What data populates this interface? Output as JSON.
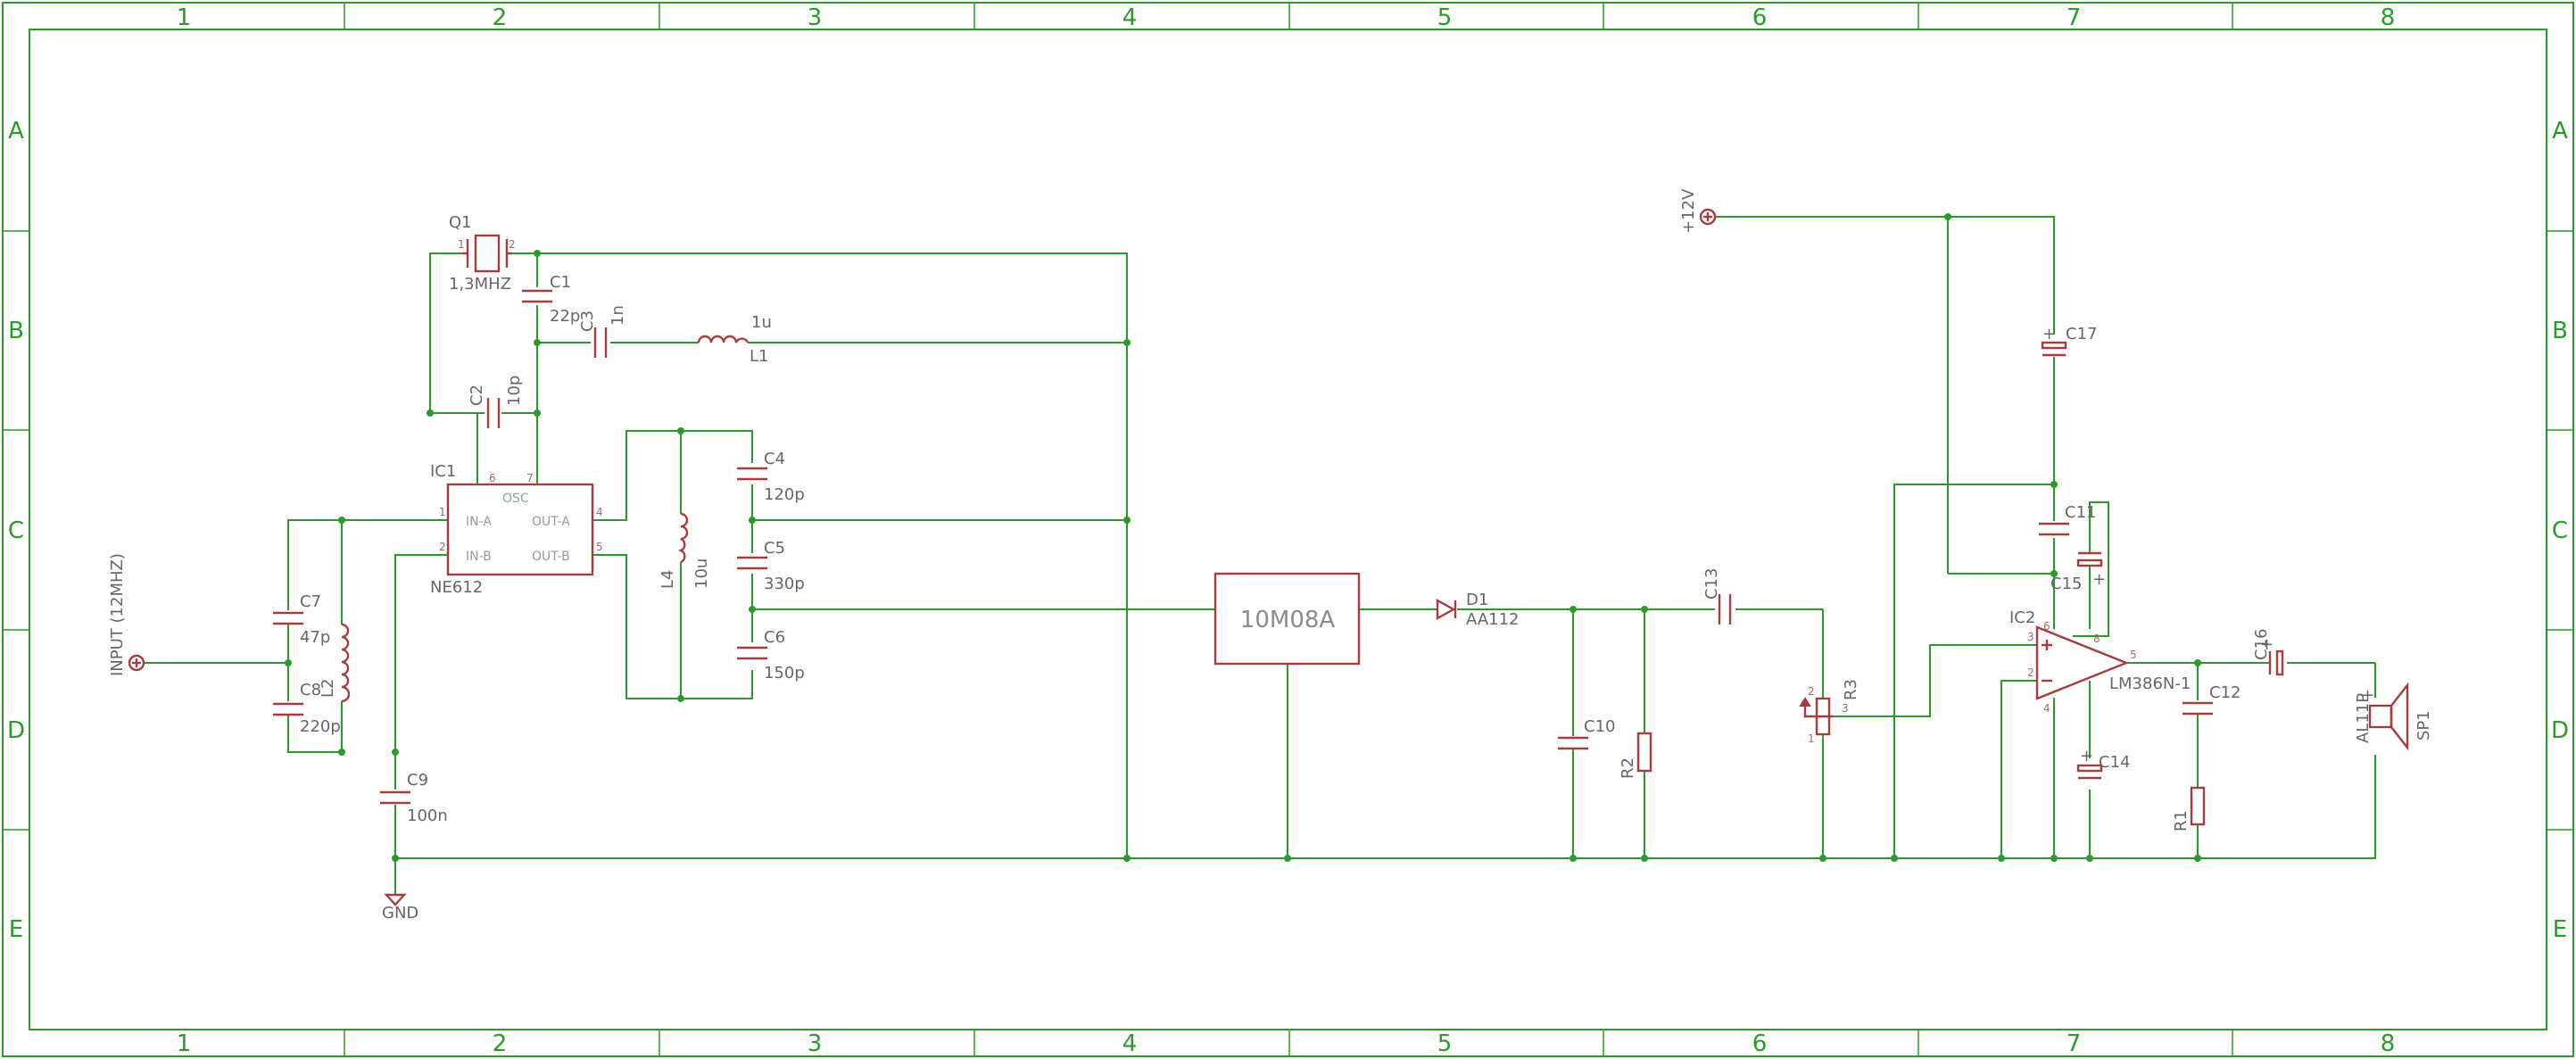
{
  "frame": {
    "columns": [
      "1",
      "2",
      "3",
      "4",
      "5",
      "6",
      "7",
      "8"
    ],
    "rows": [
      "A",
      "B",
      "C",
      "D",
      "E"
    ]
  },
  "components": {
    "q1": {
      "name": "Q1",
      "value": "1,3MHZ"
    },
    "c1": {
      "name": "C1",
      "value": "22p"
    },
    "c3": {
      "name": "C3",
      "value": "1n"
    },
    "l1": {
      "name": "L1",
      "value": "1u"
    },
    "c2": {
      "name": "C2",
      "value": "10p"
    },
    "ic1": {
      "name": "IC1",
      "value": "NE612",
      "pins": {
        "ina": "IN-A",
        "inb": "IN-B",
        "osc": "OSC",
        "outa": "OUT-A",
        "outb": "OUT-B",
        "p1": "1",
        "p2": "2",
        "p4": "4",
        "p5": "5",
        "p6": "6",
        "p7": "7"
      }
    },
    "c4": {
      "name": "C4",
      "value": "120p"
    },
    "c5": {
      "name": "C5",
      "value": "330p"
    },
    "c6": {
      "name": "C6",
      "value": "150p"
    },
    "l4": {
      "name": "L4",
      "value": "10u"
    },
    "input": {
      "name": "INPUT (12MHZ)"
    },
    "c7": {
      "name": "C7",
      "value": "47p"
    },
    "c8": {
      "name": "C8",
      "value": "220p"
    },
    "l2": {
      "name": "L2"
    },
    "c9": {
      "name": "C9",
      "value": "100n"
    },
    "gnd": {
      "name": "GND"
    },
    "filter": {
      "name": "10M08A"
    },
    "d1": {
      "name": "D1",
      "value": "AA112"
    },
    "c10": {
      "name": "C10"
    },
    "r2": {
      "name": "R2"
    },
    "c13": {
      "name": "C13"
    },
    "r3": {
      "name": "R3",
      "pins": {
        "p1": "1",
        "p2": "2",
        "p3": "3"
      }
    },
    "vcc": {
      "name": "+12V"
    },
    "c17": {
      "name": "C17"
    },
    "c11": {
      "name": "C11"
    },
    "c15": {
      "name": "C15"
    },
    "ic2": {
      "name": "IC2",
      "value": "LM386N-1",
      "pins": {
        "p2": "2",
        "p3": "3",
        "p4": "4",
        "p5": "5",
        "p6": "6",
        "p8": "8"
      }
    },
    "c14": {
      "name": "C14"
    },
    "c12": {
      "name": "C12"
    },
    "r1": {
      "name": "R1"
    },
    "c16": {
      "name": "C16"
    },
    "sp1": {
      "name": "SP1",
      "value": "AL11P"
    },
    "plus": "+"
  }
}
